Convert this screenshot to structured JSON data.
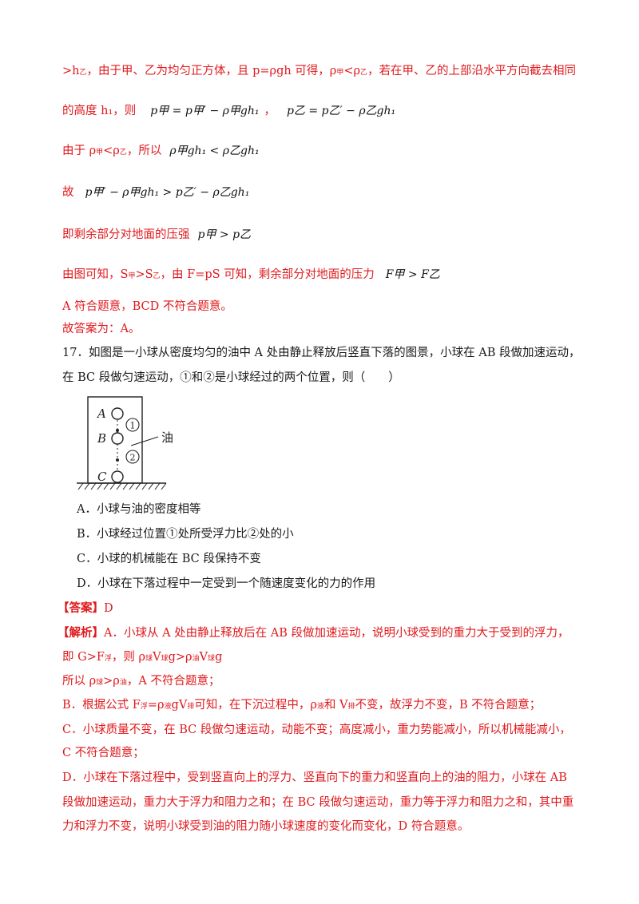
{
  "solution_prev": {
    "line1": {
      "t1": ">h",
      "s1": "乙",
      "t2": "，由于甲、乙为均匀正方体，且 p=ρgh 可得，ρ",
      "s2": "甲",
      "t3": "<ρ",
      "s3": "乙",
      "t4": "，若在甲、乙的上部沿水平方向截去相同"
    },
    "line2": {
      "text": "的高度 h₁，则",
      "math1": "p甲 = p甲′ − ρ甲gh₁",
      "comma": "，",
      "math2": "p乙 = p乙′ − ρ乙gh₁"
    },
    "line3": {
      "text": "由于 ρ",
      "s1": "甲",
      "t2": "<ρ",
      "s2": "乙",
      "t3": "，所以",
      "math": "ρ甲gh₁ < ρ乙gh₁"
    },
    "line4": {
      "text": "故",
      "math": "p甲′ − ρ甲gh₁ > p乙′ − ρ乙gh₁"
    },
    "line5": {
      "text": "即剩余部分对地面的压强",
      "math": "p甲 > p乙"
    },
    "line6": {
      "t1": "由图可知，S",
      "s1": "甲",
      "t2": ">S",
      "s2": "乙",
      "t3": "，由 F=pS 可知，剩余部分对地面的压力",
      "math": "F甲 > F乙"
    },
    "line7": "A 符合题意，BCD 不符合题意。",
    "line8": "故答案为：A。"
  },
  "question": {
    "number": "17．",
    "stem_line1": "如图是一小球从密度均匀的油中 A 处由静止释放后竖直下落的图景，小球在 AB 段做加速运动，",
    "stem_line2": "在 BC 段做匀速运动，①和②是小球经过的两个位置，则（　　）",
    "figure": {
      "label_a": "A",
      "label_b": "B",
      "label_c": "C",
      "mark_1": "1",
      "mark_2": "2",
      "oil_label": "油"
    },
    "options": [
      "A．小球与油的密度相等",
      "B．小球经过位置①处所受浮力比②处的小",
      "C．小球的机械能在 BC 段保持不变",
      "D．小球在下落过程中一定受到一个随速度变化的力的作用"
    ]
  },
  "answer": {
    "label": "【答案】",
    "value": "D"
  },
  "analysis": {
    "label": "【解析】",
    "a_line1": "A．小球从 A 处由静止释放后在 AB 段做加速运动，说明小球受到的重力大于受到的浮力，",
    "a_line2": {
      "t1": "即 G>F",
      "s1": "浮",
      "t2": "，则 ρ",
      "s2": "球",
      "t3": "V",
      "s3": "球",
      "t4": "g>ρ",
      "s4": "油",
      "t5": "V",
      "s5": "球",
      "t6": "g"
    },
    "a_line3": {
      "t1": "所以 ρ",
      "s1": "球",
      "t2": ">ρ",
      "s2": "油",
      "t3": "，A 不符合题意；"
    },
    "b_line": {
      "t1": "B．根据公式 F",
      "s1": "浮",
      "t2": "=ρ",
      "s2": "液",
      "t3": "gV",
      "s3": "排",
      "t4": "可知，在下沉过程中，ρ",
      "s4": "液",
      "t5": "和 V",
      "s5": "排",
      "t6": "不变，故浮力不变，B 不符合题意；"
    },
    "c_line1": "C．小球质量不变，在 BC 段做匀速运动，动能不变；高度减小，重力势能减小，所以机械能减小，",
    "c_line2": "C 不符合题意；",
    "d_line1": "D．小球在下落过程中，受到竖直向上的浮力、竖直向下的重力和竖直向上的油的阻力，小球在 AB",
    "d_line2": "段做加速运动，重力大于浮力和阻力之和；在 BC 段做匀速运动，重力等于浮力和阻力之和，其中重",
    "d_line3": "力和浮力不变，说明小球受到油的阻力随小球速度的变化而变化，D 符合题意。"
  }
}
